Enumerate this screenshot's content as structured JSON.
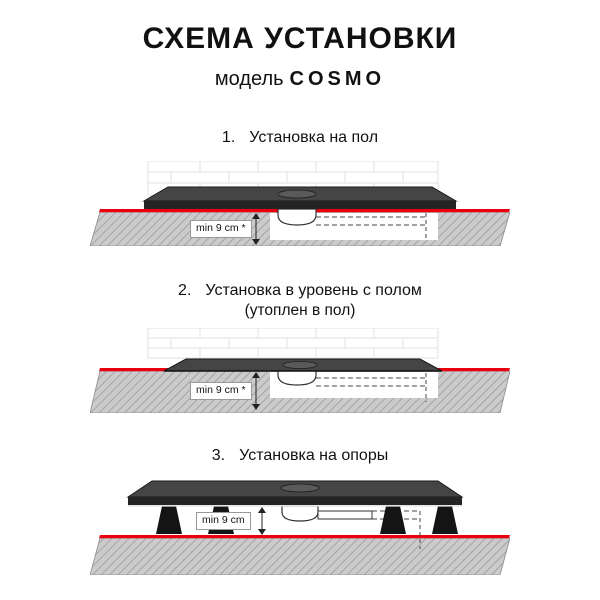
{
  "header": {
    "title": "СХЕМА УСТАНОВКИ",
    "subtitle_label": "модель",
    "model": "COSMO"
  },
  "sections": [
    {
      "number": "1.",
      "title": "Установка на пол",
      "subtitle": "",
      "dimension": "min 9 cm *"
    },
    {
      "number": "2.",
      "title": "Установка в уровень с полом",
      "subtitle": "(утоплен в пол)",
      "dimension": "min 9 cm *"
    },
    {
      "number": "3.",
      "title": "Установка на опоры",
      "subtitle": "",
      "dimension": "min 9 cm"
    }
  ],
  "colors": {
    "accent_red": "#e8000f",
    "tray_top": "#454545",
    "tray_front": "#242424",
    "floor_fill": "#cbcbcb",
    "floor_hatch_line": "#9a9a9a",
    "tile_grout": "#e2e2e2"
  },
  "diagram_elements": [
    "tile-wall",
    "shower-tray",
    "drain-cover",
    "floor-slab",
    "siphon-drain",
    "hidden-pipe-dashed",
    "dimension-arrow",
    "support-legs"
  ]
}
